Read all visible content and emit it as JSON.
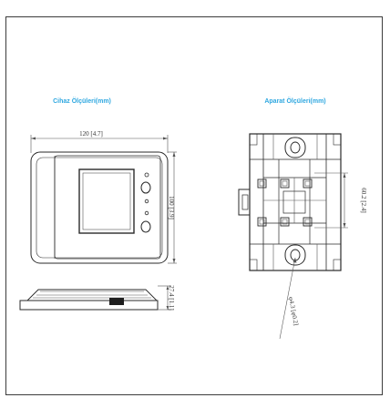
{
  "device_panel": {
    "title": "Cihaz Ölçüleri(mm)",
    "width_label": "120 [4.7]",
    "height_label": "100 [3.9]",
    "depth_label": "27.4 [1.1]"
  },
  "bracket_panel": {
    "title": "Aparat Ölçüleri(mm)",
    "height_label": "60.2 [2.4]",
    "hole_label": "φ4.3 [φ0.2]"
  },
  "colors": {
    "title": "#2ea7e0",
    "line": "#2a2a2a",
    "frame": "#3c3c3c"
  }
}
